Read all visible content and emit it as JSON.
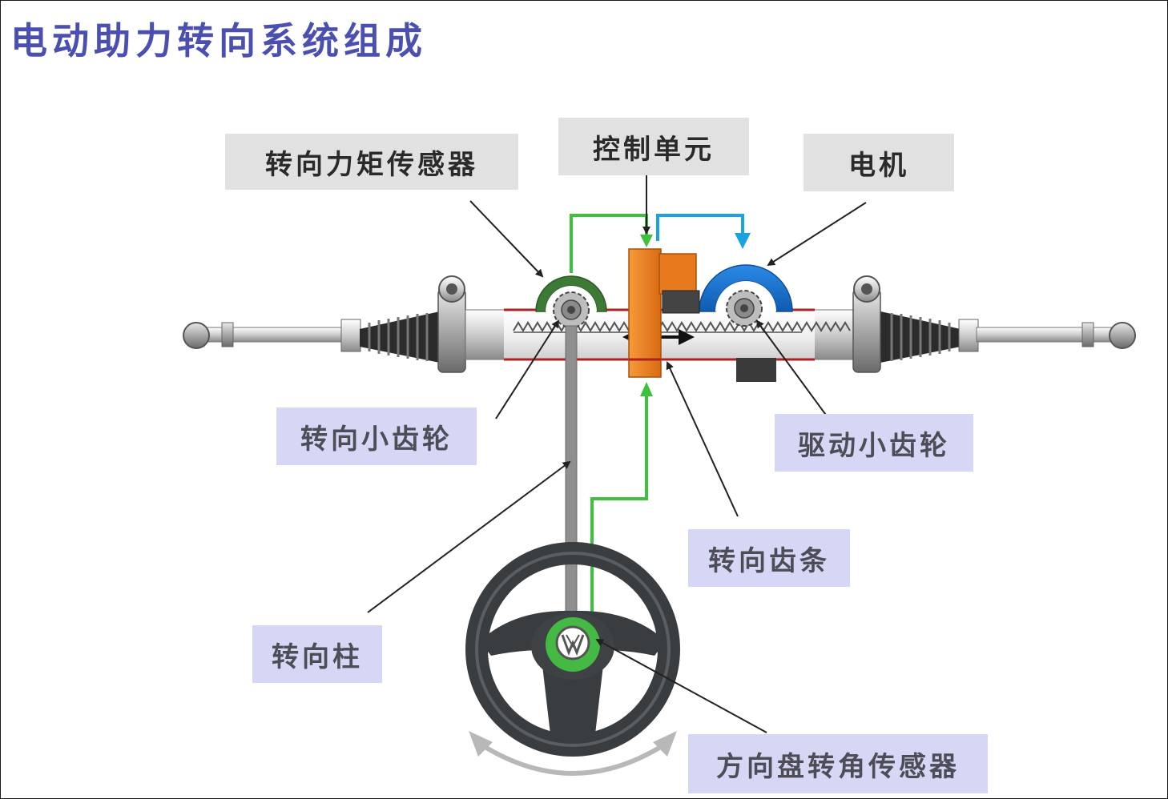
{
  "title": "电动助力转向系统组成",
  "labels": {
    "torque_sensor": "转向力矩传感器",
    "control_unit": "控制单元",
    "motor": "电机",
    "steering_pinion": "转向小齿轮",
    "drive_pinion": "驱动小齿轮",
    "steering_rack": "转向齿条",
    "steering_column": "转向柱",
    "steering_angle_sensor": "方向盘转角传感器"
  },
  "colors": {
    "title": "#4a4fb0",
    "signal_green": "#3ec23e",
    "signal_blue": "#1aa3e0",
    "control_unit_orange": "#ee7f22",
    "motor_blue": "#1f76d2",
    "sensor_ring_green": "#3d7a36",
    "label_gray": "#e1e1e1",
    "label_lavender": "#d6d7f4",
    "wheel_dark": "#3a3d40"
  },
  "icons": {
    "brand_badge": "vw-logo-icon",
    "rotation_arrow": "rotate-arrow-icon"
  }
}
